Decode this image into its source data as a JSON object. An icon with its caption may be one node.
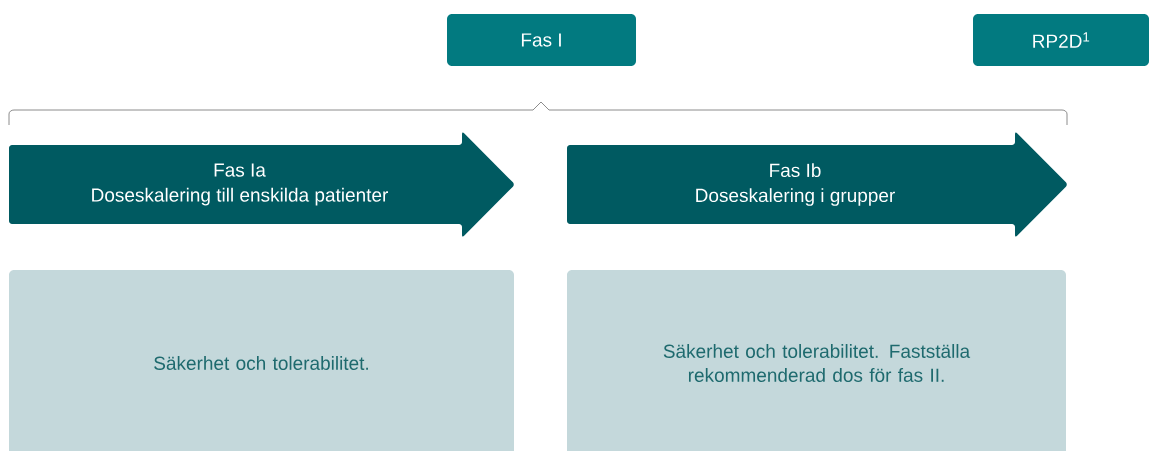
{
  "diagram": {
    "nodes": [
      {
        "text": [
          "Fas I"
        ]
      },
      {
        "text": [
          "RP2D$^{1}$"
        ]
      },
      {
        "text": [
          "Fas Ia",
          "Doseskalering till enskilda patienter"
        ]
      },
      {
        "text": [
          "Fas Ib",
          "Doseskalering i grupper"
        ]
      },
      {
        "text": [
          "Säkerhet och tolerabilitet."
        ]
      },
      {
        "text": [
          "Säkerhet och tolerabilitet. Fastställa rekommenderad dos för fas II."
        ]
      }
    ]
  }
}
